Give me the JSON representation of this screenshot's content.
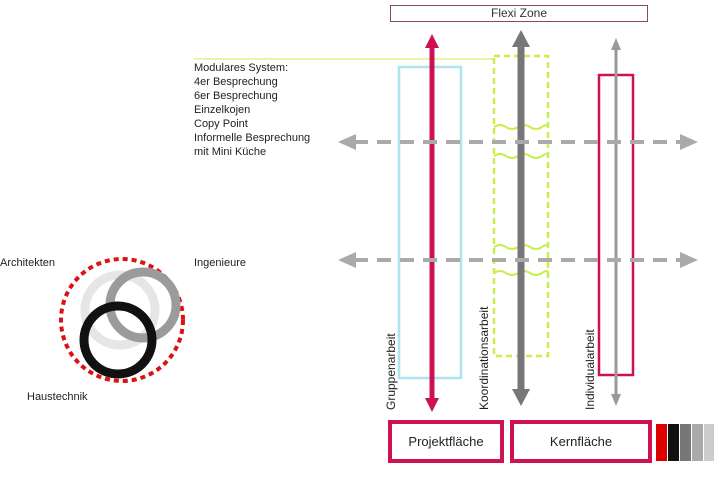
{
  "zone_title": "Flexi Zone",
  "modular_system": {
    "lines": [
      "Modulares System:",
      "4er Besprechung",
      "6er Besprechung",
      "Einzelkojen",
      "Copy Point",
      "Informelle Besprechung",
      "mit Mini Küche"
    ]
  },
  "disciplines": {
    "architects": "Architekten",
    "engineers": "Ingenieure",
    "building_services": "Haustechnik"
  },
  "work_modes": {
    "group": "Gruppenarbeit",
    "coordination": "Koordinationsarbeit",
    "individual": "Individualarbeit"
  },
  "areas": {
    "project": "Projektfläche",
    "core": "Kernfläche"
  },
  "colors": {
    "magenta": "#cc1155",
    "cyan": "#aee3f0",
    "lime": "#c8f04a",
    "dark_gray": "#777777",
    "light_gray": "#aaaaaa",
    "dotted_red": "#dd1111",
    "swatches": [
      "#dd0000",
      "#111111",
      "#777777",
      "#aaaaaa",
      "#cccccc",
      "#e4e4e4"
    ]
  }
}
